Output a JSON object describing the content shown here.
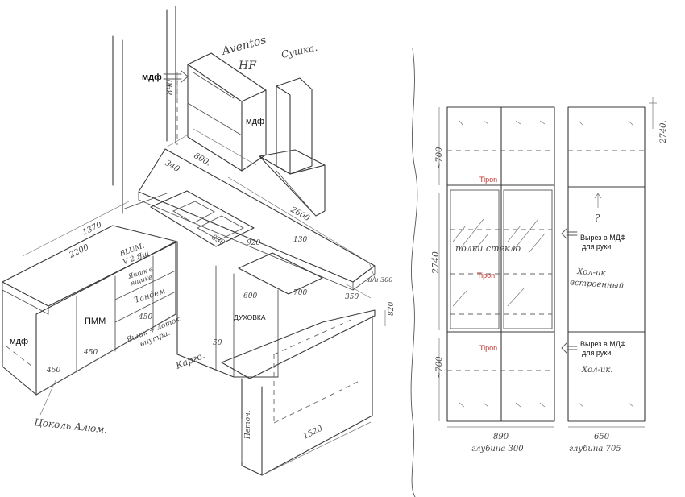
{
  "iso": {
    "labels": {
      "mdf_top": "мдф",
      "mdf_wall": "мдф",
      "mdf_left": "мдф",
      "pmm": "ПММ",
      "oven": "ДУХОВКА"
    },
    "handwritten": {
      "hood_brand": "Aventos",
      "hood_type": "HF",
      "sushka": "Сушка.",
      "dim_890": "890",
      "dim_800": "800.",
      "dim_340": "340",
      "dim_2600": "2600",
      "dim_1370": "1370",
      "dim_2200": "2200",
      "dim_830": "830",
      "dim_920": "920",
      "dim_130": "130",
      "dim_600": "600",
      "dim_700": "700",
      "dim_350": "350",
      "dim_300": "ш/н 300",
      "dim_820": "820",
      "dim_450a": "450",
      "dim_450b": "450",
      "dim_450c": "450",
      "dim_1520": "1520",
      "blum": "BLUM.\nV 2 Ящ",
      "tandem": "Тандем",
      "yashchik": "Ящик в\nящике",
      "yashchik_lotok": "Ящик + лоток\nвнутри.",
      "kargo": "Карго.",
      "cokol": "Цоколь Алюм.",
      "fetoch": "Петоч.",
      "h50": "50"
    }
  },
  "elev": {
    "labels": {
      "cutout_top": "Вырез в МДФ\nдля руки",
      "cutout_bottom": "Вырез в МДФ\nдля руки",
      "tipon_top": "Tipon",
      "tipon_mid": "Tipon",
      "tipon_bottom": "Tipon"
    },
    "handwritten": {
      "dim_700_top": "~700",
      "dim_2740_left": "2740",
      "dim_700_bottom": "~700",
      "dim_2740_right": "2740.",
      "polki_steklo": "полки стекло",
      "hol_ik_vstr": "Хол-ик\nвстроенный.",
      "hol_ik": "Хол-ик.",
      "question": "?",
      "width_890": "890",
      "depth_300": "глубина 300",
      "width_650": "650",
      "depth_705": "глубина 705"
    }
  }
}
